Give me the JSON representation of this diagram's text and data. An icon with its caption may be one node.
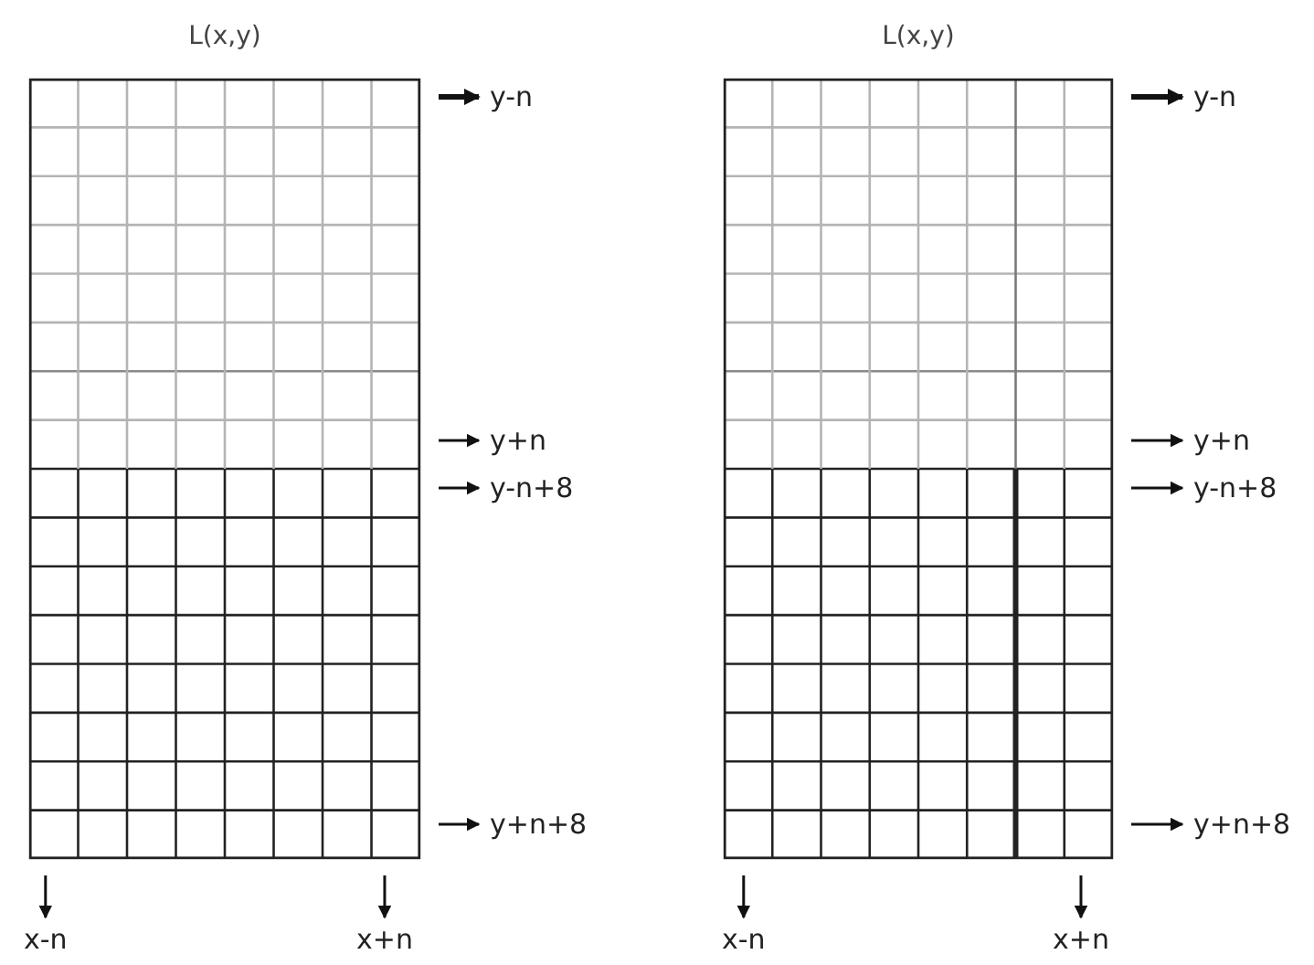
{
  "diagram": {
    "nodes": [
      {
        "text": [
          "L(x,y)"
        ]
      },
      {
        "text": [
          "y-n"
        ]
      },
      {
        "text": [
          "y+n"
        ]
      },
      {
        "text": [
          "y-n+8"
        ]
      },
      {
        "text": [
          "y+n+8"
        ]
      },
      {
        "text": [
          "x-n"
        ]
      },
      {
        "text": [
          "x+n"
        ]
      },
      {
        "text": [
          "L(x,y)"
        ]
      },
      {
        "text": [
          "y-n"
        ]
      },
      {
        "text": [
          "y+n"
        ]
      },
      {
        "text": [
          "y-n+8"
        ]
      },
      {
        "text": [
          "y+n+8"
        ]
      },
      {
        "text": [
          "x-n"
        ]
      },
      {
        "text": [
          "x+n"
        ]
      }
    ],
    "edges": [
      {
        "from": 0,
        "to": 1,
        "arrow": "to",
        "style": "thick"
      },
      {
        "from": 0,
        "to": 2,
        "arrow": "to"
      },
      {
        "from": 0,
        "to": 3,
        "arrow": "to"
      },
      {
        "from": 0,
        "to": 4,
        "arrow": "to"
      },
      {
        "from": 0,
        "to": 5,
        "arrow": "to"
      },
      {
        "from": 0,
        "to": 6,
        "arrow": "to"
      },
      {
        "from": 7,
        "to": 8,
        "arrow": "to",
        "style": "thick"
      },
      {
        "from": 7,
        "to": 9,
        "arrow": "to"
      },
      {
        "from": 7,
        "to": 10,
        "arrow": "to"
      },
      {
        "from": 7,
        "to": 11,
        "arrow": "to"
      },
      {
        "from": 7,
        "to": 12,
        "arrow": "to"
      },
      {
        "from": 7,
        "to": 13,
        "arrow": "to"
      }
    ]
  }
}
